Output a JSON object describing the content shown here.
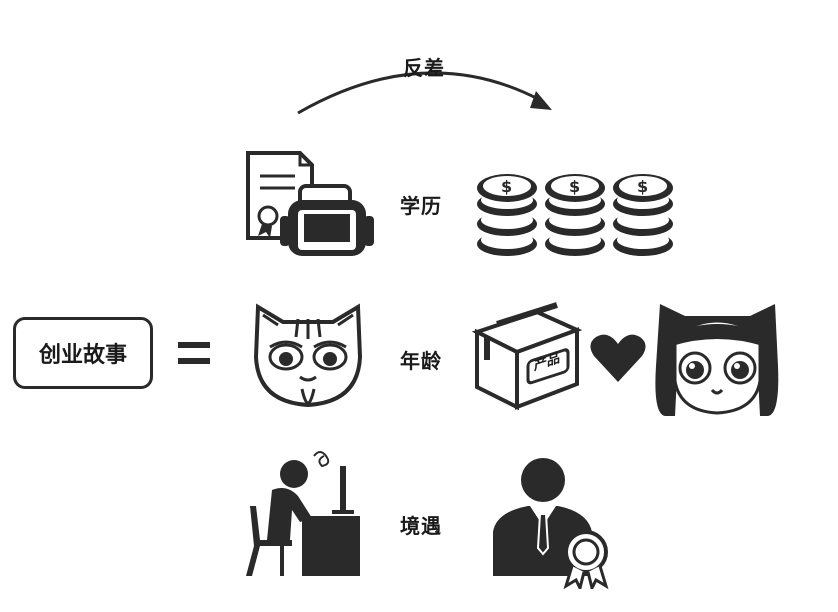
{
  "arrow_label": "反差",
  "main_box": {
    "label": "创业故事"
  },
  "equals_sign": "=",
  "rows": [
    {
      "label": "学历",
      "left_icon": "diploma-bag-icon",
      "right_icon": "coins-icon"
    },
    {
      "label": "年龄",
      "left_icon": "old-cat-icon",
      "right_icon": "product-box-heart-girl-icon"
    },
    {
      "label": "境遇",
      "left_icon": "desk-worker-icon",
      "right_icon": "businessman-award-icon"
    }
  ],
  "product_box_text": "产品",
  "colors": {
    "ink": "#2a2a2a",
    "background": "#ffffff"
  }
}
